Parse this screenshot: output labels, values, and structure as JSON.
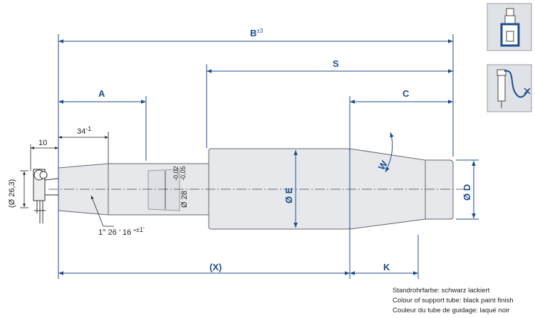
{
  "colors": {
    "dimension": "#1f4e8c",
    "body_fill": "#e6e8ec",
    "body_stroke": "#666666",
    "icon_box": "#dfe3e8",
    "icon_accent": "#1f4e8c"
  },
  "dims": {
    "b": {
      "label": "B",
      "sup": "±3"
    },
    "s": {
      "label": "S"
    },
    "a": {
      "label": "A"
    },
    "c": {
      "label": "C"
    },
    "w": {
      "label": "W"
    },
    "e": {
      "label": "Ø E"
    },
    "d": {
      "label": "Ø D"
    },
    "x": {
      "label": "(X)"
    },
    "k": {
      "label": "K"
    },
    "ten": {
      "label": "10"
    },
    "thirtyfour": {
      "label": "34",
      "sup": "-1"
    },
    "dia26": {
      "label": "(Ø 26,3)"
    },
    "dia28": {
      "label": "Ø 28",
      "sup_top": "-0,02",
      "sup_bottom": "-0,05"
    },
    "angle": {
      "label": "1° 26 ’ 16 ”",
      "sup": "±1’"
    }
  },
  "notes": [
    "Standrohrfarbe: schwarz lackiert",
    "Colour of support tube: black paint finish",
    "Couleur du tube de guidage: laqué noir"
  ],
  "icons": [
    {
      "name": "mounted-spindle-icon"
    },
    {
      "name": "cable-spindle-icon"
    }
  ]
}
